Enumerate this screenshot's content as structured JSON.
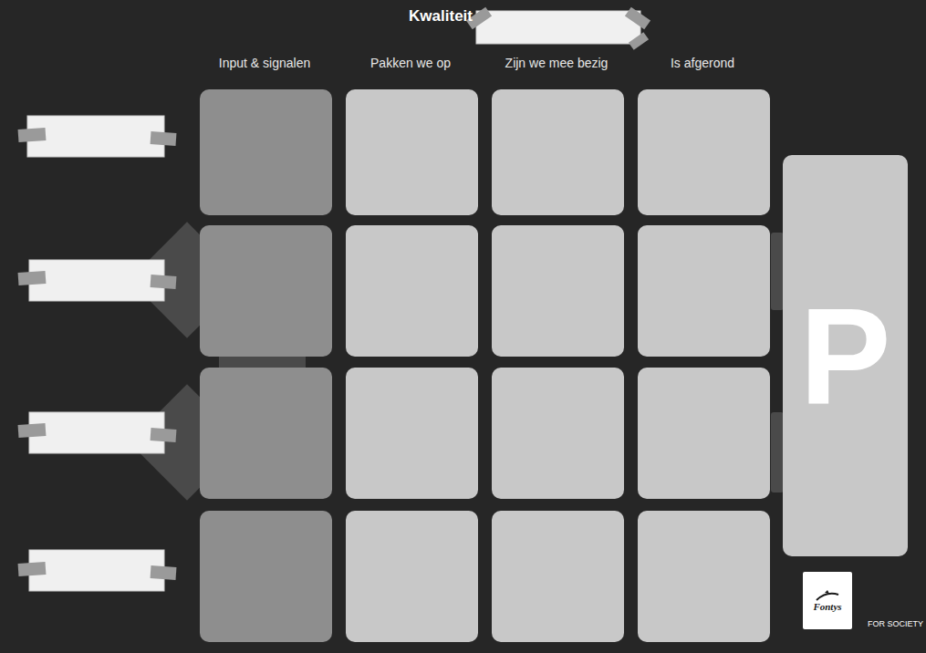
{
  "diagram": {
    "title": "Kwaliteit",
    "nodes": [
      {
        "text": [
          "P"
        ]
      },
      {
        "text": [
          "Fontys"
        ]
      }
    ],
    "labels": [
      "Input & signalen",
      "Pakken we op",
      "Zijn we mee bezig",
      "Is afgerond",
      "FOR SOCIETY"
    ]
  }
}
